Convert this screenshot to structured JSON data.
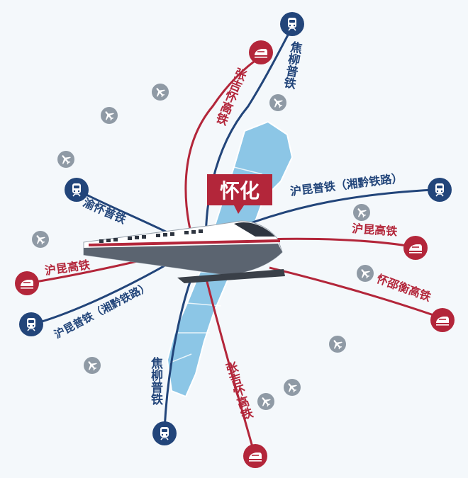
{
  "hub": {
    "name": "怀化"
  },
  "colors": {
    "highspeed": "#b3263a",
    "conventional": "#22457a",
    "region": "#8cc6e6",
    "plane_icon": "#8f9aa5"
  },
  "routes": [
    {
      "id": "zhangji-north",
      "label": "张吉怀高铁",
      "type": "highspeed"
    },
    {
      "id": "jiaoliu-north",
      "label": "焦柳普铁",
      "type": "conventional"
    },
    {
      "id": "hukun-pu-east",
      "label": "沪昆普铁（湘黔铁路）",
      "type": "conventional"
    },
    {
      "id": "hukun-gao-east",
      "label": "沪昆高铁",
      "type": "highspeed"
    },
    {
      "id": "huaishao",
      "label": "怀邵衡高铁",
      "type": "highspeed"
    },
    {
      "id": "zhangji-south",
      "label": "张吉怀高铁",
      "type": "highspeed"
    },
    {
      "id": "jiaoliu-south",
      "label": "焦柳普铁",
      "type": "conventional"
    },
    {
      "id": "hukun-pu-west",
      "label": "沪昆普铁（湘黔铁路）",
      "type": "conventional"
    },
    {
      "id": "hukun-gao-west",
      "label": "沪昆高铁",
      "type": "highspeed"
    },
    {
      "id": "yuhuai",
      "label": "渝怀普铁",
      "type": "conventional"
    }
  ]
}
